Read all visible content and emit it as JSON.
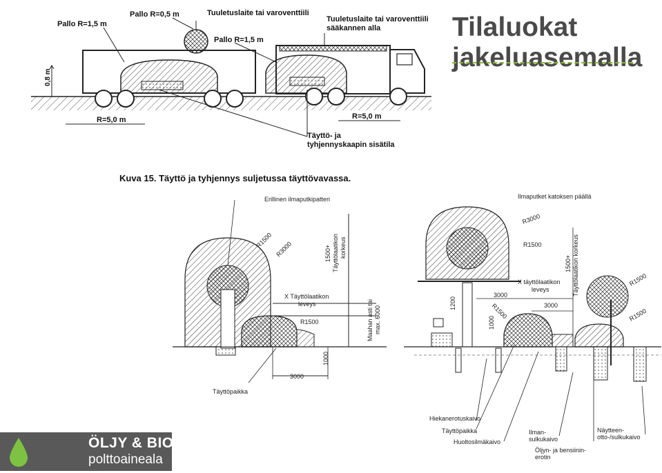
{
  "slide": {
    "title": "Tilaluokat jakeluasemalla"
  },
  "truck_figure": {
    "caption": "Kuva 15. Täyttö ja tyhjennys suljetussa täyttövavassa.",
    "labels": {
      "pallo_left": "Pallo R=1,5 m",
      "pallo_small": "Pallo R=0,5 m",
      "vent_top": "Tuuletuslaite tai varoventtiili",
      "vent_right_1": "Tuuletuslaite tai varoventtiili",
      "vent_right_2": "sääkannen alla",
      "pallo_middle": "Pallo R=1,5 m",
      "height_marker": "0,8 m",
      "r5_left": "R=5,0 m",
      "r5_right": "R=5,0 m",
      "cabinet_1": "Täyttö- ja",
      "cabinet_2": "tyhjennyskaapin sisätila"
    }
  },
  "left_section": {
    "labels": {
      "air_battery": "Erillinen ilmaputkipatteri",
      "r1500_top": "R1500",
      "r3000": "R3000",
      "box_height_1": "1500+",
      "box_height_2": "Täyttölaatikon",
      "box_height_3": "korkeus",
      "box_width_1": "X Täyttölaatikon",
      "box_width_2": "leveys",
      "r1500_low": "R1500",
      "ground_1": "Maahan asti tai",
      "ground_2": "max. 6000",
      "dim_1000": "1000",
      "dim_3000": "3000",
      "fill_point": "Täyttöpaikka"
    }
  },
  "right_section": {
    "labels": {
      "air_pipes_roof": "Ilmaputket katoksen päällä",
      "r3000": "R3000",
      "r1500_top": "R1500",
      "box_height_1": "1500+",
      "box_height_2": "Täyttölaatikon korkeus",
      "box_width_1": "X täyttölaatikon",
      "box_width_2": "leveys",
      "dim_3000_a": "3000",
      "dim_3000_b": "3000",
      "r1500_mid": "R1500",
      "dim_1200": "1200",
      "dim_1000": "1000",
      "r1500_right_a": "R1500",
      "r1500_right_b": "R1500",
      "sand_well": "Hiekanerotuskaivo",
      "fill_point": "Täyttöpaikka",
      "service_well": "Huoltosilmäkaivo",
      "air_valve_1": "Ilman-",
      "air_valve_2": "sulkukaivo",
      "oil_sep_1": "Öljyn- ja bensiinin-",
      "oil_sep_2": "erotin",
      "sample_1": "Näytteen-",
      "sample_2": "otto-/sulkukaivo"
    }
  },
  "logo": {
    "line1": "ÖLJY & BIO",
    "line2": "polttoaineala",
    "colors": {
      "background": "#595959",
      "drop": "#7dc242",
      "text": "#ffffff"
    }
  },
  "colors": {
    "title": "#4a4a4a",
    "title_rule": "#8cb83a",
    "line": "#222222"
  }
}
